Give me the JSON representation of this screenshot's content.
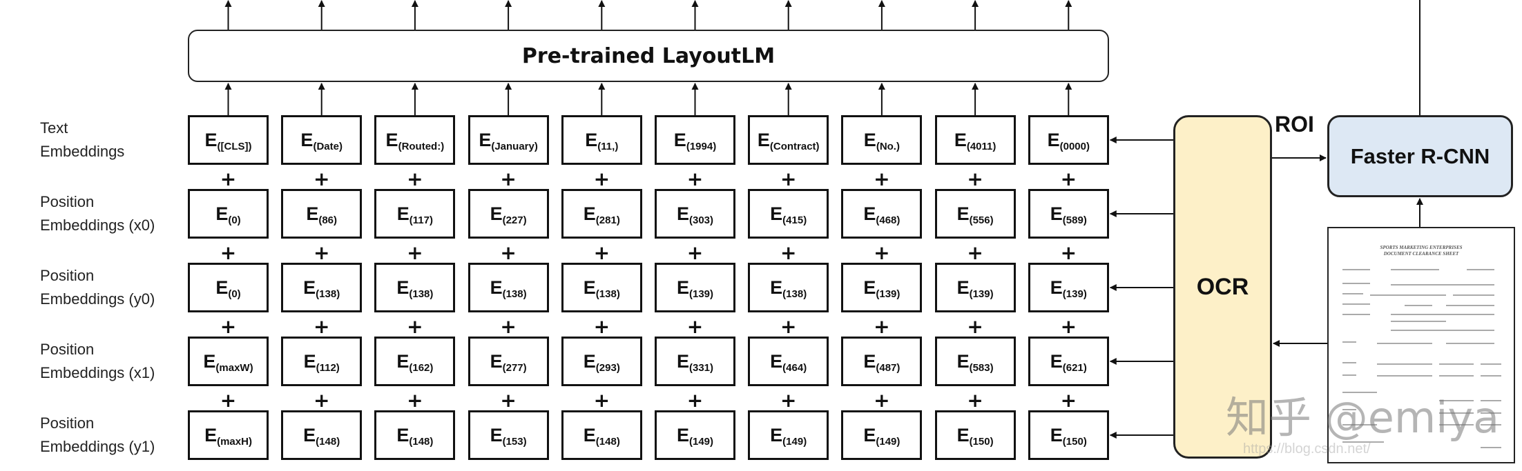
{
  "model": {
    "title": "Pre-trained LayoutLM"
  },
  "rows": [
    {
      "label_line1": "Text",
      "label_line2": "Embeddings",
      "values": [
        "[CLS]",
        "Date",
        "Routed:",
        "January",
        "11,",
        "1994",
        "Contract",
        "No.",
        "4011",
        "0000"
      ]
    },
    {
      "label_line1": "Position",
      "label_line2": "Embeddings (x0)",
      "values": [
        "0",
        "86",
        "117",
        "227",
        "281",
        "303",
        "415",
        "468",
        "556",
        "589"
      ]
    },
    {
      "label_line1": "Position",
      "label_line2": "Embeddings (y0)",
      "values": [
        "0",
        "138",
        "138",
        "138",
        "138",
        "139",
        "138",
        "139",
        "139",
        "139"
      ]
    },
    {
      "label_line1": "Position",
      "label_line2": "Embeddings (x1)",
      "values": [
        "maxW",
        "112",
        "162",
        "277",
        "293",
        "331",
        "464",
        "487",
        "583",
        "621"
      ]
    },
    {
      "label_line1": "Position",
      "label_line2": "Embeddings (y1)",
      "values": [
        "maxH",
        "148",
        "148",
        "153",
        "148",
        "149",
        "149",
        "149",
        "150",
        "150"
      ]
    }
  ],
  "embedding_symbol": "E",
  "plus_symbol": "+",
  "ocr": {
    "label": "OCR",
    "color": "#fdf0c8"
  },
  "roi": {
    "label": "ROI"
  },
  "faster_rcnn": {
    "label": "Faster R-CNN",
    "color": "#dde8f4"
  },
  "document": {
    "header_line1": "SPORTS MARKETING ENTERPRISES",
    "header_line2": "DOCUMENT CLEARANCE SHEET"
  },
  "watermark": {
    "text": "知乎 @emiya",
    "url": "https://blog.csdn.net/"
  }
}
